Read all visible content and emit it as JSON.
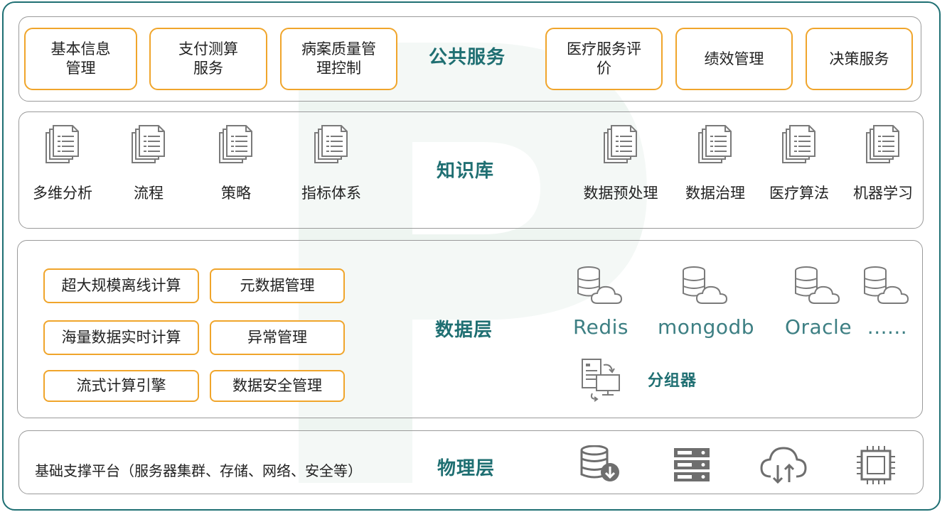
{
  "public_services": {
    "title": "公共服务",
    "items": [
      "基本信息\n管理",
      "支付测算\n服务",
      "病案质量管\n理控制",
      "医疗服务评\n价",
      "绩效管理",
      "决策服务"
    ]
  },
  "knowledge": {
    "title": "知识库",
    "items": [
      "多维分析",
      "流程",
      "策略",
      "指标体系",
      "数据预处理",
      "数据治理",
      "医疗算法",
      "机器学习"
    ]
  },
  "data_layer": {
    "title": "数据层",
    "boxes": [
      "超大规模离线计算",
      "元数据管理",
      "海量数据实时计算",
      "异常管理",
      "流式计算引擎",
      "数据安全管理"
    ],
    "databases": [
      "Redis",
      "mongodb",
      "Oracle",
      "......"
    ],
    "grouper": "分组器"
  },
  "physical": {
    "title": "物理层",
    "description": "基础支撑平台（服务器集群、存储、网络、安全等）",
    "icons": [
      "database-download-icon",
      "server-rack-icon",
      "cloud-sync-icon",
      "chip-icon"
    ]
  },
  "colors": {
    "accent": "#1f6f72",
    "box_border": "#f0a52b",
    "icon_gray": "#7a7a7a"
  }
}
